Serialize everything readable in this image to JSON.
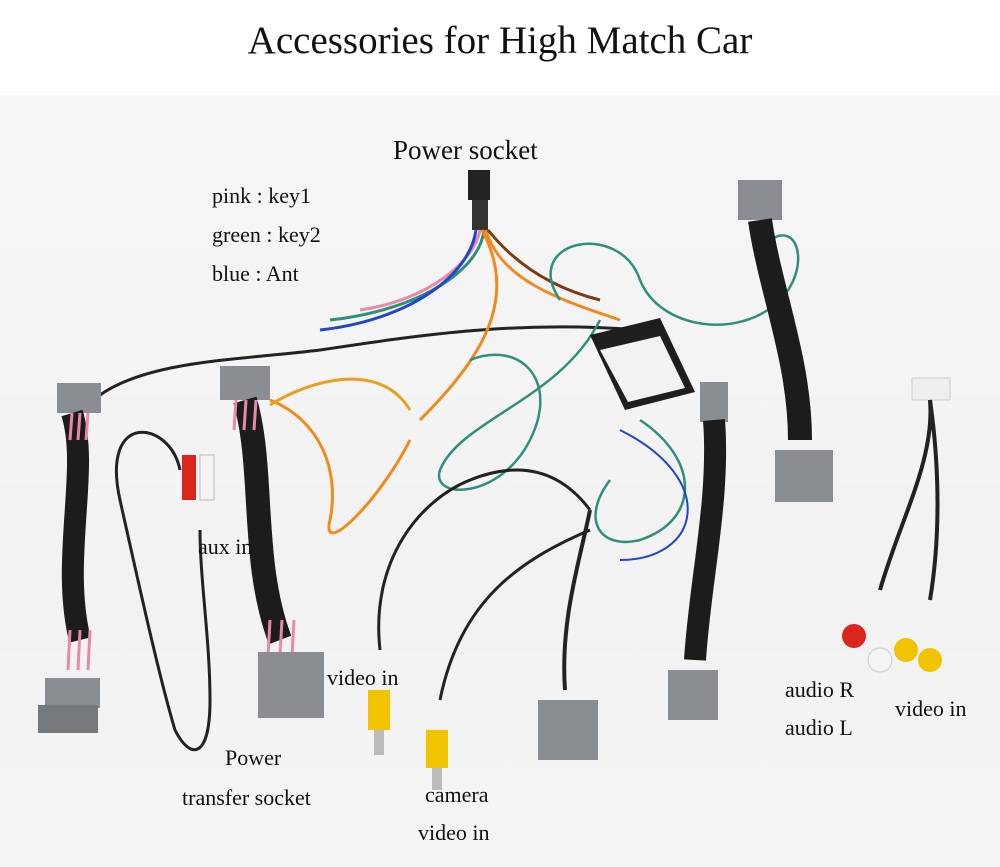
{
  "title": "Accessories for High Match Car",
  "labels": {
    "power_socket": "Power socket",
    "pink_key1": "pink : key1",
    "green_key2": "green : key2",
    "blue_ant": "blue : Ant",
    "aux_in": "aux in",
    "video_in_center": "video in",
    "power_transfer_line1": "Power",
    "power_transfer_line2": "transfer socket",
    "camera_line1": "camera",
    "camera_line2": "video in",
    "audio_r": "audio R",
    "audio_l": "audio L",
    "video_in_right": "video in"
  },
  "colors": {
    "connector_gray": "#8a8d91",
    "sleeve_black": "#1c1c1c",
    "pink_wire": "#e88aa6",
    "green_wire": "#2f8f7a",
    "blue_wire": "#2346c8",
    "orange_wire": "#f08a1c",
    "rca_yellow": "#f2c400",
    "rca_red": "#d9261c",
    "rca_white": "#f4f4f4"
  }
}
